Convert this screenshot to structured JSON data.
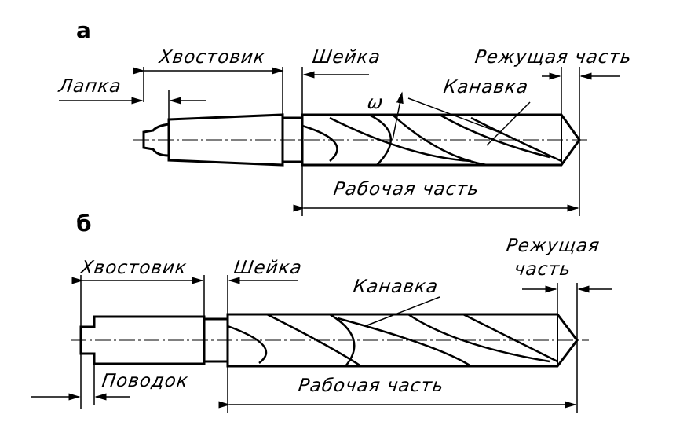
{
  "figure_a": {
    "letter": "а",
    "shank": "Хвостовик",
    "neck": "Шейка",
    "cutting_part": "Режущая часть",
    "tang": "Лапка",
    "flute": "Канавка",
    "angle": "ω",
    "working_part": "Рабочая часть"
  },
  "figure_b": {
    "letter": "б",
    "shank": "Хвостовик",
    "neck": "Шейка",
    "cutting_part_line1": "Режущая",
    "cutting_part_line2": "часть",
    "flute": "Канавка",
    "driver": "Поводок",
    "working_part": "Рабочая часть"
  }
}
